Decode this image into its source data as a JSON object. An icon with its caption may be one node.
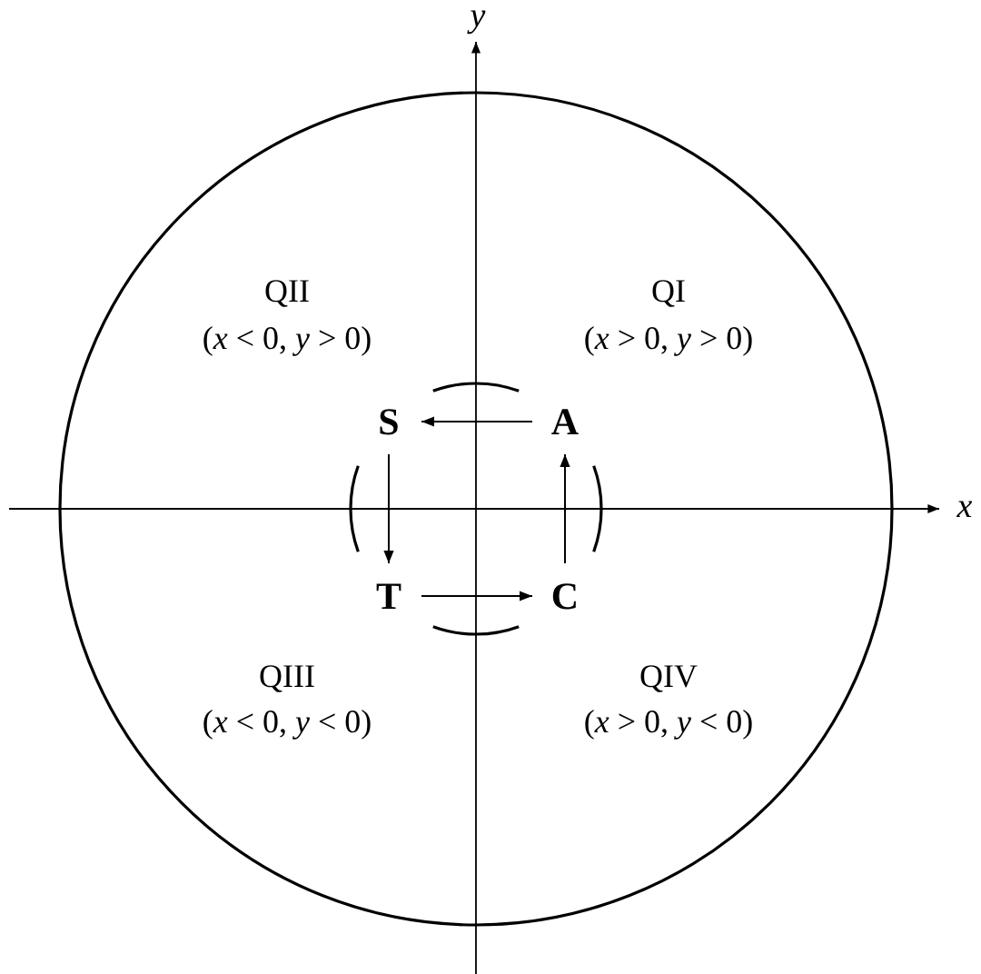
{
  "diagram": {
    "nodes": [
      {
        "text": [
          "A"
        ]
      },
      {
        "text": [
          "S"
        ]
      },
      {
        "text": [
          "T"
        ]
      },
      {
        "text": [
          "C"
        ]
      }
    ],
    "edges": [
      {
        "from": 0,
        "to": 1,
        "arrow": "to"
      },
      {
        "from": 1,
        "to": 2,
        "arrow": "to"
      },
      {
        "from": 2,
        "to": 3,
        "arrow": "to"
      },
      {
        "from": 3,
        "to": 0,
        "arrow": "to"
      }
    ],
    "labels": [
      "y",
      "QII",
      "(*x* < 0, *y* > 0)",
      "QI",
      "(*x* > 0, *y* > 0)",
      "x",
      "QIII",
      "(*x* < 0, *y* < 0)",
      "QIV",
      "(*x* > 0, *y* < 0)"
    ]
  }
}
